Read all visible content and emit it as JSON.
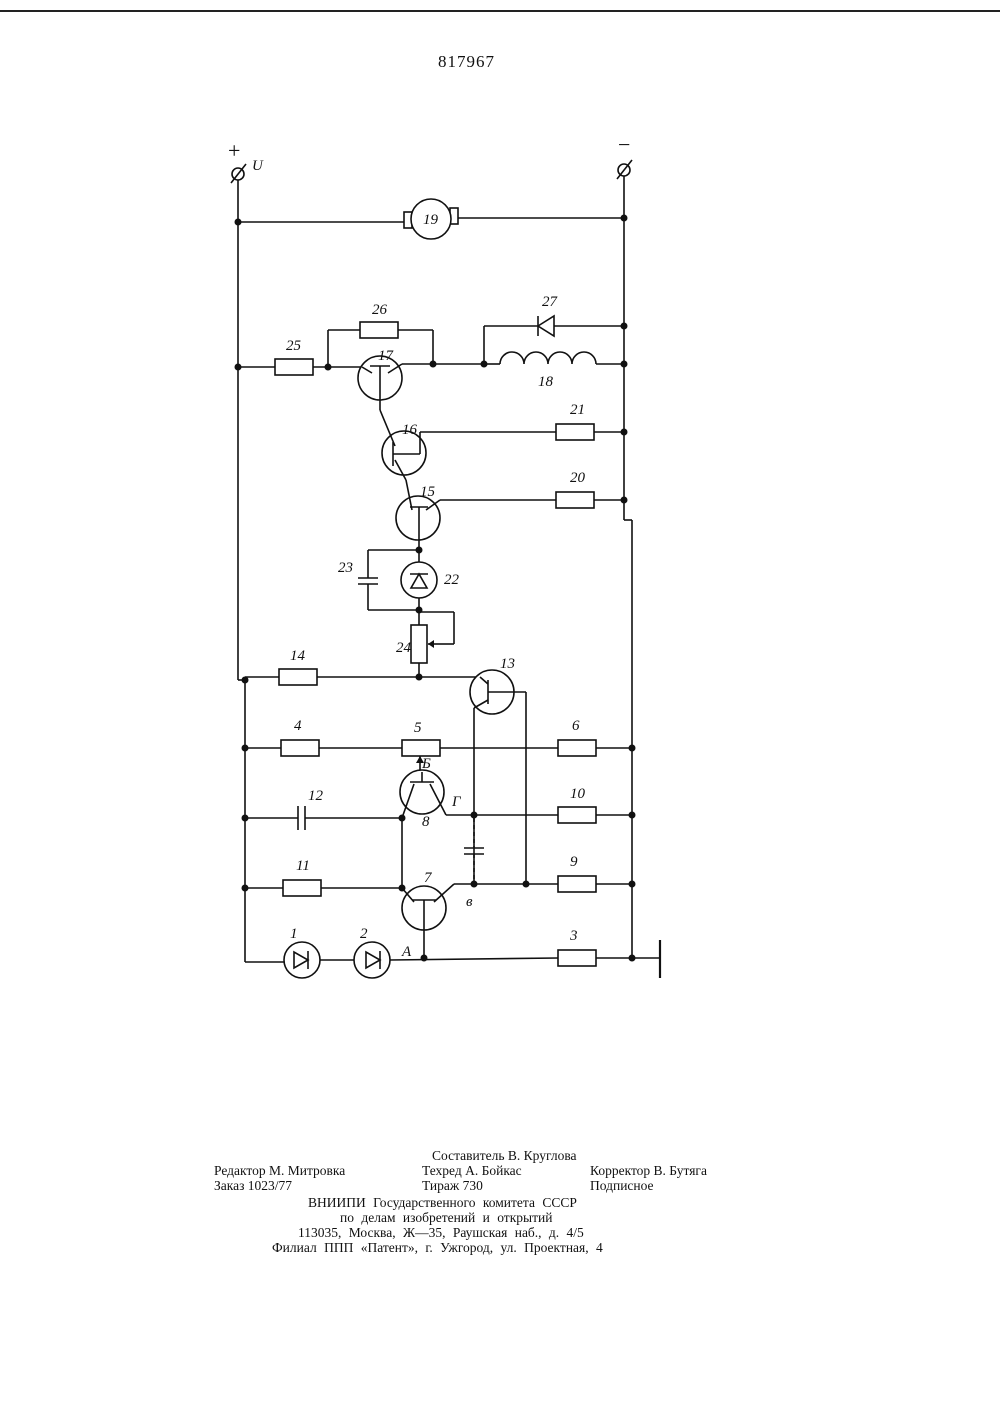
{
  "document": {
    "patent_number": "817967"
  },
  "terminals": {
    "plus_sign": "+",
    "minus_sign": "−",
    "voltage_label": "U"
  },
  "diagram_labels": {
    "c1": "1",
    "c2": "2",
    "c3": "3",
    "c4": "4",
    "c5": "5",
    "c6": "6",
    "c7": "7",
    "c8": "8",
    "c9": "9",
    "c10": "10",
    "c11": "11",
    "c12": "12",
    "c13": "13",
    "c14": "14",
    "c15": "15",
    "c16": "16",
    "c17": "17",
    "c18": "18",
    "c19": "19",
    "c20": "20",
    "c21": "21",
    "c22": "22",
    "c23": "23",
    "c24": "24",
    "c25": "25",
    "c26": "26",
    "c27": "27",
    "node_a": "А",
    "node_b": "Б",
    "node_v": "в",
    "node_g": "Г"
  },
  "imprint": {
    "compiler": "Составитель В. Круглова",
    "editor": "Редактор М. Митровка",
    "tech_editor": "Техред А. Бойкас",
    "corrector": "Корректор В. Бутяга",
    "order": "Заказ 1023/77",
    "circulation": "Тираж 730",
    "subscription": "Подписное",
    "org_line1": "ВНИИПИ Государственного комитета СССР",
    "org_line2": "по делам изобретений и открытий",
    "address": "113035, Москва, Ж—35, Раушская наб., д. 4/5",
    "branch": "Филиал ППП «Патент», г. Ужгород, ул. Проектная, 4"
  }
}
